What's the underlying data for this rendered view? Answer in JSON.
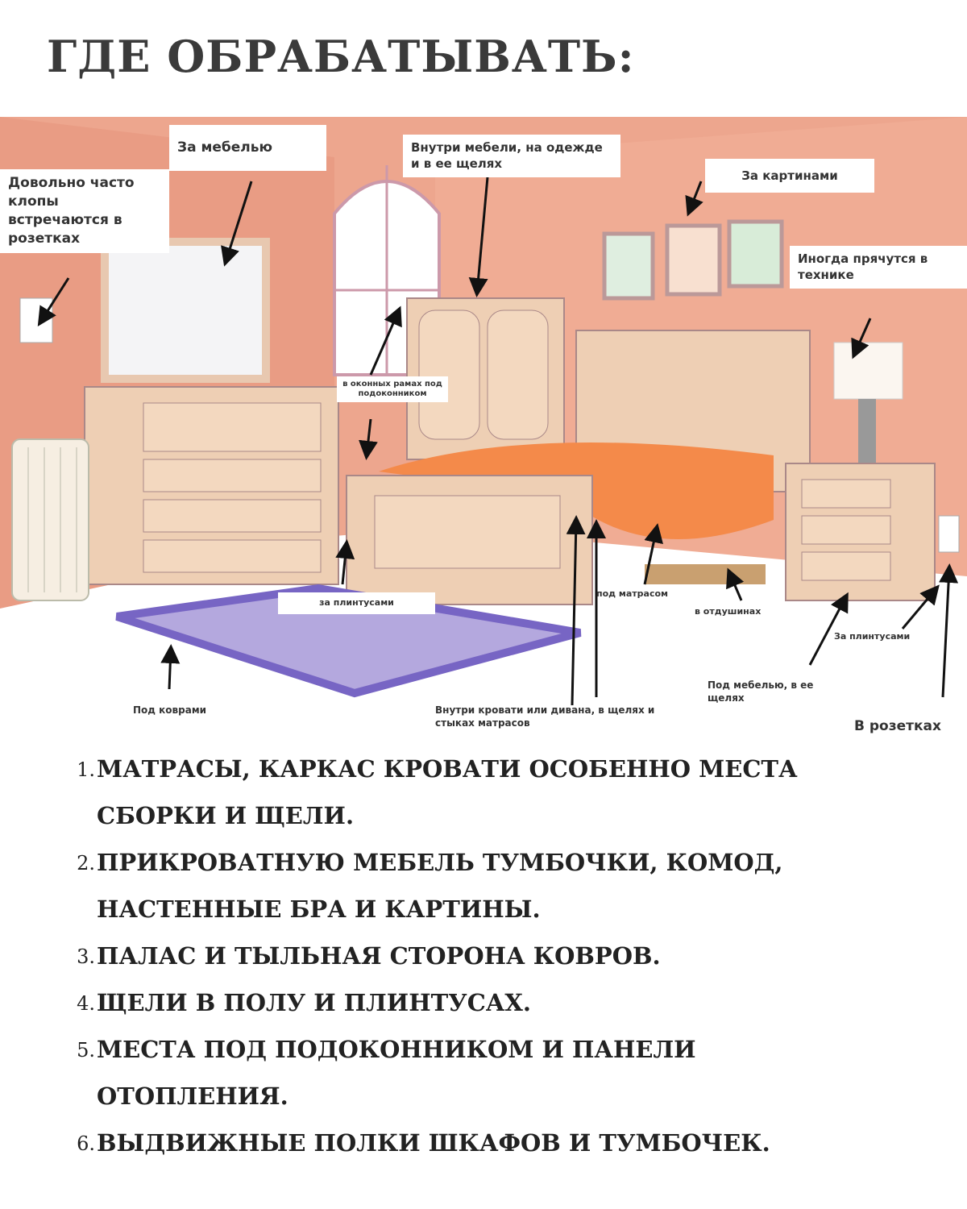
{
  "title": "ГДЕ ОБРАБАТЫВАТЬ:",
  "labels": {
    "outlets_often": "Довольно часто клопы встречаются в розетках",
    "behind_furniture": "За мебелью",
    "inside_furniture": "Внутри мебели, на одежде и в ее щелях",
    "behind_pictures": "За картинами",
    "in_appliances": "Иногда прячутся в технике",
    "window_frames": "в оконных рамах под подоконником",
    "baseboards_left": "за плинтусами",
    "under_mattress": "под матрасом",
    "vents": "в отдушинах",
    "baseboards_right": "За плинтусами",
    "under_rugs": "Под коврами",
    "inside_bed": "Внутри кровати или дивана, в щелях и стыках матрасов",
    "under_furniture": "Под мебелью, в ее щелях",
    "in_outlets": "В розетках"
  },
  "list": [
    {
      "num": "1.",
      "text": "МАТРАСЫ, КАРКАС КРОВАТИ ОСОБЕННО МЕСТА СБОРКИ И ЩЕЛИ."
    },
    {
      "num": "2.",
      "text": "ПРИКРОВАТНУЮ МЕБЕЛЬ ТУМБОЧКИ, КОМОД, НАСТЕННЫЕ БРА И КАРТИНЫ."
    },
    {
      "num": "3.",
      "text": "ПАЛАС И ТЫЛЬНАЯ СТОРОНА КОВРОВ."
    },
    {
      "num": "4.",
      "text": "ЩЕЛИ В ПОЛУ И ПЛИНТУСАХ."
    },
    {
      "num": "5.",
      "text": "МЕСТА ПОД ПОДОКОННИКОМ И ПАНЕЛИ ОТОПЛЕНИЯ."
    },
    {
      "num": "6.",
      "text": "ВЫДВИЖНЫЕ ПОЛКИ ШКАФОВ И ТУМБОЧЕК."
    }
  ]
}
